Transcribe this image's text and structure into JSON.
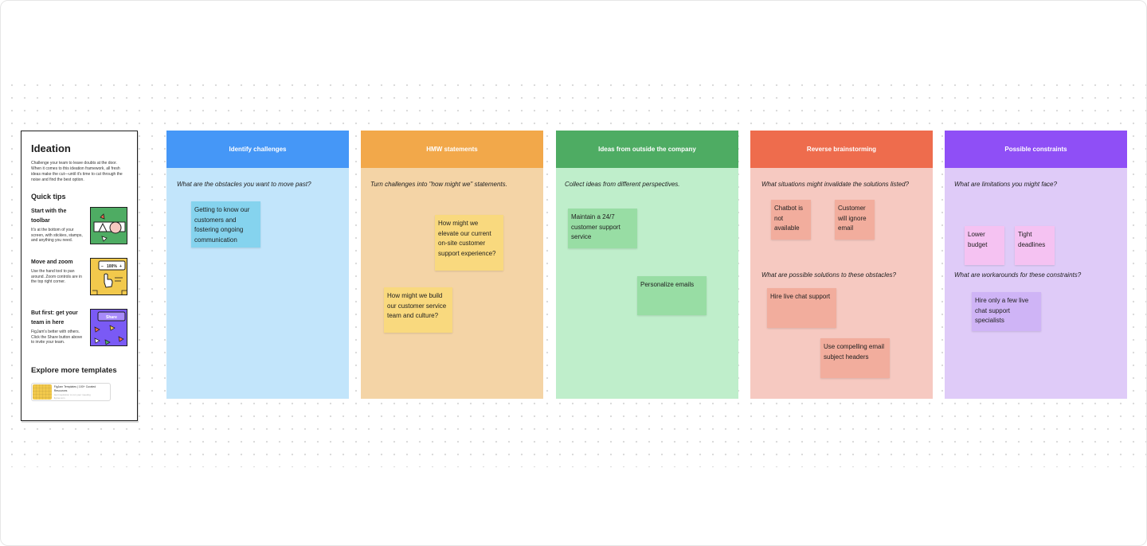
{
  "info_card": {
    "title": "Ideation",
    "description": "Challenge your team to leave doubts at the door. When it comes to this ideation framework, all fresh ideas make the cut—until it's time to cut through the noise and find the best option.",
    "quick_tips_heading": "Quick tips",
    "tips": [
      {
        "title": "Start with the toolbar",
        "description": "It's at the bottom of your screen, with stickies, stamps, and anything you need."
      },
      {
        "title": "Move and zoom",
        "description": "Use the hand tool to pan around. Zoom controls are in the top right corner.",
        "zoom_label": "100%"
      },
      {
        "title": "But first: get your team in here",
        "description": "FigJam's better with others. Click the Share button above to invite your team.",
        "share_label": "Share"
      }
    ],
    "explore_heading": "Explore more templates",
    "template_link": {
      "title": "FigJam Templates | 100+ Curated Resources",
      "subtitle": "Get inspiration to run your meeting",
      "domain": "figma.com"
    }
  },
  "columns": [
    {
      "title": "Identify challenges",
      "header_color": "#4597f7",
      "body_color": "#c2e5fb",
      "prompts": [
        "What are the obstacles you want to move past?"
      ],
      "stickies": [
        {
          "text": "Getting to know our customers and fostering ongoing communication",
          "color": "#85d3ee"
        }
      ]
    },
    {
      "title": "HMW statements",
      "header_color": "#f2a84a",
      "body_color": "#f4d4a6",
      "prompts": [
        "Turn challenges into \"how might we\" statements."
      ],
      "stickies": [
        {
          "text": "How might we elevate our current on-site customer support experience?",
          "color": "#f9d97e"
        },
        {
          "text": "How might we build our customer service team and culture?",
          "color": "#f9d97e"
        }
      ]
    },
    {
      "title": "Ideas from outside the company",
      "header_color": "#4eac63",
      "body_color": "#bfeecb",
      "prompts": [
        "Collect ideas from different perspectives."
      ],
      "stickies": [
        {
          "text": "Maintain a 24/7 customer support service",
          "color": "#98dda4"
        },
        {
          "text": "Personalize emails",
          "color": "#98dda4"
        }
      ]
    },
    {
      "title": "Reverse brainstorming",
      "header_color": "#ee6c4d",
      "body_color": "#f6c9c1",
      "prompts": [
        "What situations might invalidate the solutions listed?",
        "What are possible solutions to these obstacles?"
      ],
      "stickies": [
        {
          "text": "Chatbot is not available",
          "color": "#f2ad9d"
        },
        {
          "text": "Customer will ignore email",
          "color": "#f2ad9d"
        },
        {
          "text": "Hire live chat support",
          "color": "#f2ad9d"
        },
        {
          "text": "Use compelling email subject headers",
          "color": "#f2ad9d"
        }
      ]
    },
    {
      "title": "Possible constraints",
      "header_color": "#8f4ff6",
      "body_color": "#dfcbf8",
      "prompts": [
        "What are limitations you might face?",
        "What are workarounds for these constraints?"
      ],
      "stickies": [
        {
          "text": "Lower budget",
          "color": "#f5c2f2"
        },
        {
          "text": "Tight deadlines",
          "color": "#f5c2f2"
        },
        {
          "text": "Hire only a few live chat support specialists",
          "color": "#cfb4f6"
        }
      ]
    }
  ]
}
